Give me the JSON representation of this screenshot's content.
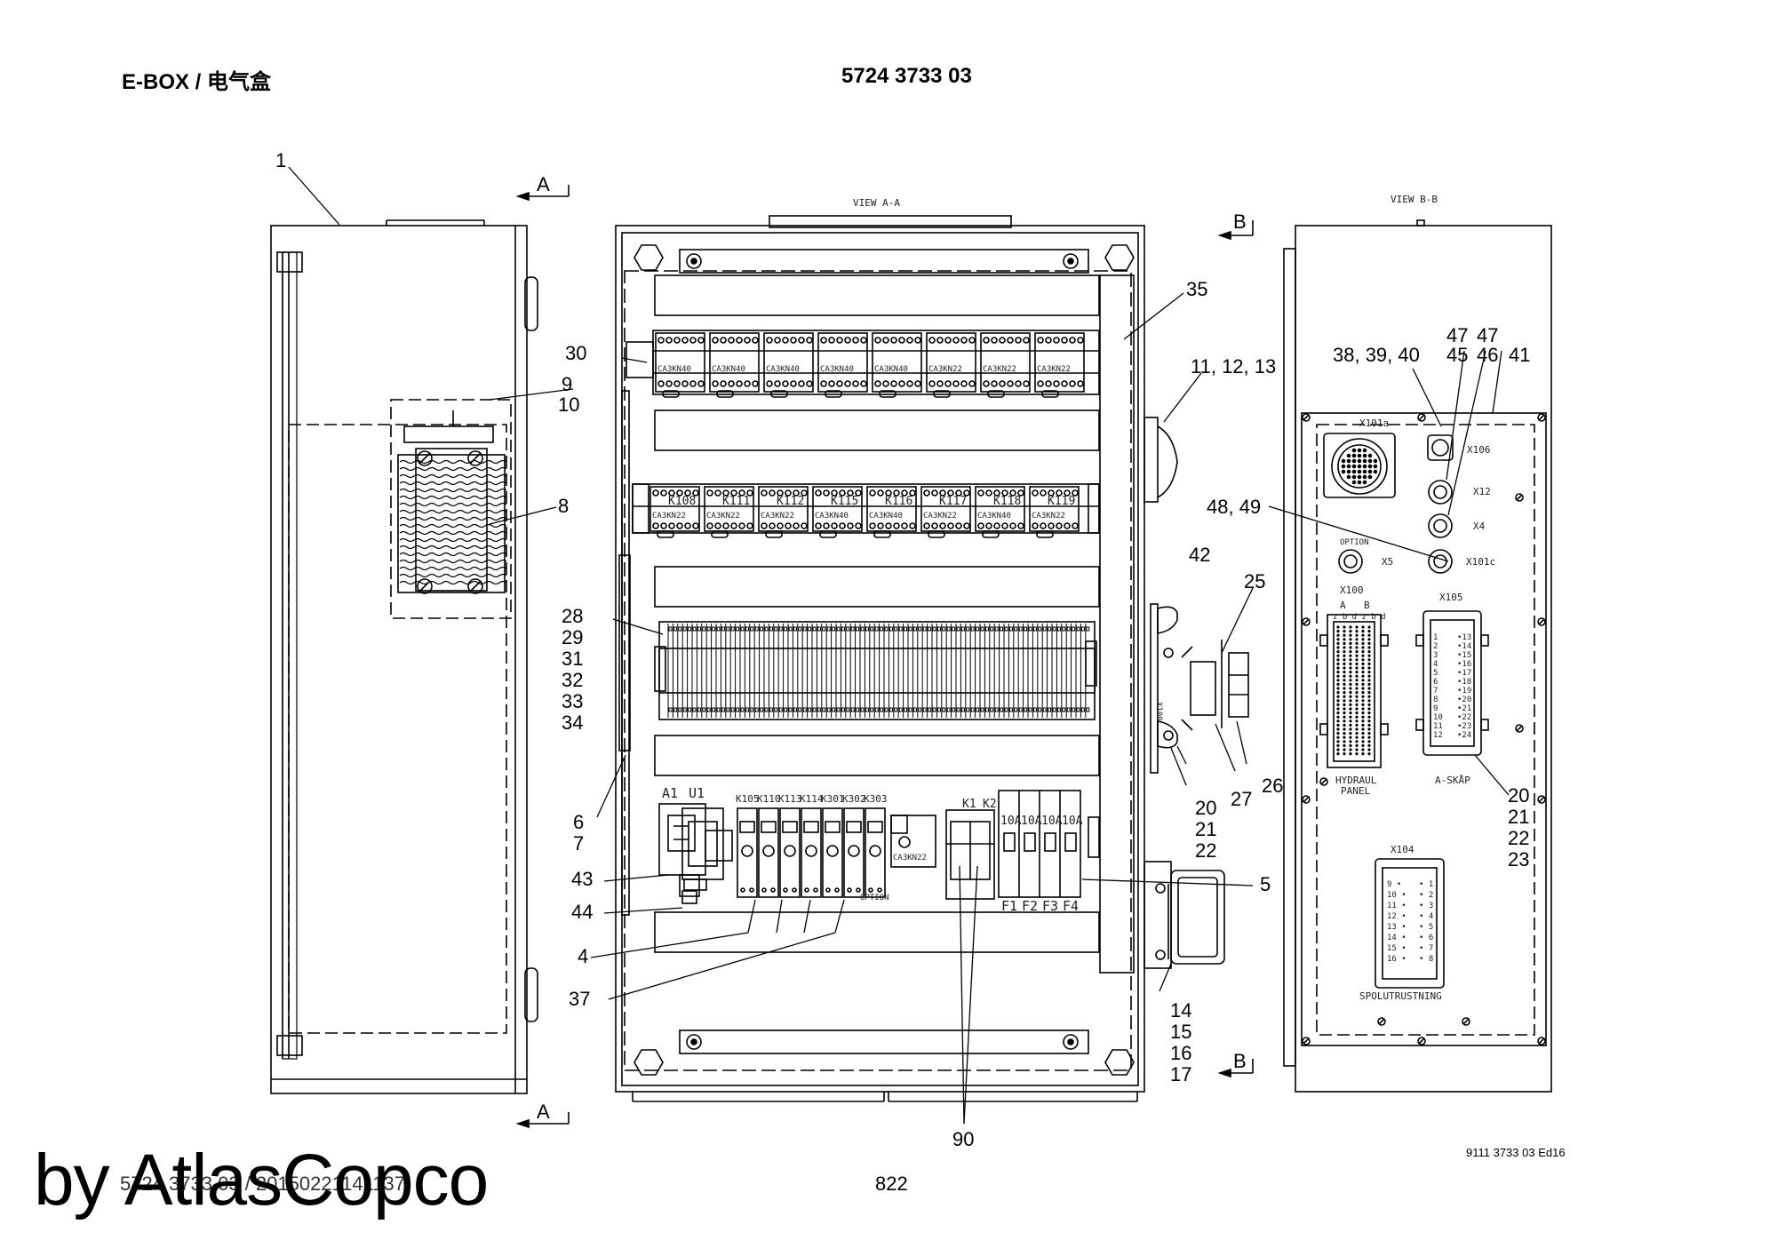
{
  "header": {
    "title": "E-BOX / 电气盒",
    "part_number": "5724 3733 03"
  },
  "views": {
    "view_aa": "VIEW A-A",
    "view_bb": "VIEW B-B",
    "section_a": "A",
    "section_b": "B"
  },
  "callouts": [
    {
      "id": "c1",
      "text": "1"
    },
    {
      "id": "c9",
      "text": "9"
    },
    {
      "id": "c10",
      "text": "10"
    },
    {
      "id": "c8",
      "text": "8"
    },
    {
      "id": "c6",
      "text": "6"
    },
    {
      "id": "c7",
      "text": "7"
    },
    {
      "id": "c35",
      "text": "35"
    },
    {
      "id": "c30",
      "text": "30"
    },
    {
      "id": "c28",
      "text": "28"
    },
    {
      "id": "c29",
      "text": "29"
    },
    {
      "id": "c31",
      "text": "31"
    },
    {
      "id": "c32",
      "text": "32"
    },
    {
      "id": "c33",
      "text": "33"
    },
    {
      "id": "c34",
      "text": "34"
    },
    {
      "id": "c43",
      "text": "43"
    },
    {
      "id": "c44",
      "text": "44"
    },
    {
      "id": "c4",
      "text": "4"
    },
    {
      "id": "c37",
      "text": "37"
    },
    {
      "id": "c90",
      "text": "90"
    },
    {
      "id": "c5",
      "text": "5"
    },
    {
      "id": "c11",
      "text": "11, 12, 13"
    },
    {
      "id": "c48",
      "text": "48, 49"
    },
    {
      "id": "c42",
      "text": "42"
    },
    {
      "id": "c25",
      "text": "25"
    },
    {
      "id": "c26",
      "text": "26"
    },
    {
      "id": "c27",
      "text": "27"
    },
    {
      "id": "c20a",
      "text": "20"
    },
    {
      "id": "c21a",
      "text": "21"
    },
    {
      "id": "c22a",
      "text": "22"
    },
    {
      "id": "c14",
      "text": "14"
    },
    {
      "id": "c15",
      "text": "15"
    },
    {
      "id": "c16",
      "text": "16"
    },
    {
      "id": "c17",
      "text": "17"
    },
    {
      "id": "c38",
      "text": "38, 39, 40"
    },
    {
      "id": "c47a",
      "text": "47"
    },
    {
      "id": "c47b",
      "text": "47"
    },
    {
      "id": "c45",
      "text": "45"
    },
    {
      "id": "c46",
      "text": "46"
    },
    {
      "id": "c41",
      "text": "41"
    },
    {
      "id": "c20b",
      "text": "20"
    },
    {
      "id": "c21b",
      "text": "21"
    },
    {
      "id": "c22b",
      "text": "22"
    },
    {
      "id": "c23b",
      "text": "23"
    }
  ],
  "component_labels": {
    "a1": "A1",
    "u1": "U1",
    "k1": "K1",
    "k2": "K2",
    "fuse_rating": "10A",
    "fuses": [
      "F1",
      "F2",
      "F3",
      "F4"
    ],
    "relays": [
      "K105",
      "K110",
      "K113",
      "K114",
      "K301",
      "K302",
      "K303"
    ],
    "relay_row_1": [
      "CA3KN40",
      "CA3KN40",
      "CA3KN40",
      "CA3KN40",
      "CA3KN40",
      "CA3KN22",
      "CA3KN22",
      "CA3KN22"
    ],
    "relay_row_2": [
      "K108",
      "K111",
      "K112",
      "K115",
      "K116",
      "K117",
      "K118",
      "K119"
    ],
    "relay_row_2_types": [
      "CA3KN22",
      "CA3KN22",
      "CA3KN22",
      "CA3KN40",
      "CA3KN40",
      "CA3KN22",
      "CA3KN40",
      "CA3KN22"
    ],
    "contactor_type": "CA3KN22",
    "option": "OPTION",
    "x100_side": "X100"
  },
  "connectors": {
    "x101a": "X101a",
    "x106": "X106",
    "x12": "X12",
    "x4": "X4",
    "x5": "X5",
    "x101c": "X101c",
    "x100": "X100",
    "x105": "X105",
    "x104": "X104",
    "option": "OPTION",
    "col_a": "A",
    "col_b": "B",
    "zbd": "z b d z b d",
    "hydraul": "HYDRAUL",
    "panel": "PANEL",
    "a_skap": "A-SKÅP",
    "spolutrustning": "SPOLUTRUSTNING"
  },
  "footer": {
    "doc_code": "9111 3733 03 Ed16",
    "page": "822",
    "doc_id": "5724 3733 03 / 20150221141137",
    "watermark": "by AtlasCopco"
  },
  "colors": {
    "line": "#000000",
    "ink": "#222222",
    "background": "#ffffff"
  }
}
